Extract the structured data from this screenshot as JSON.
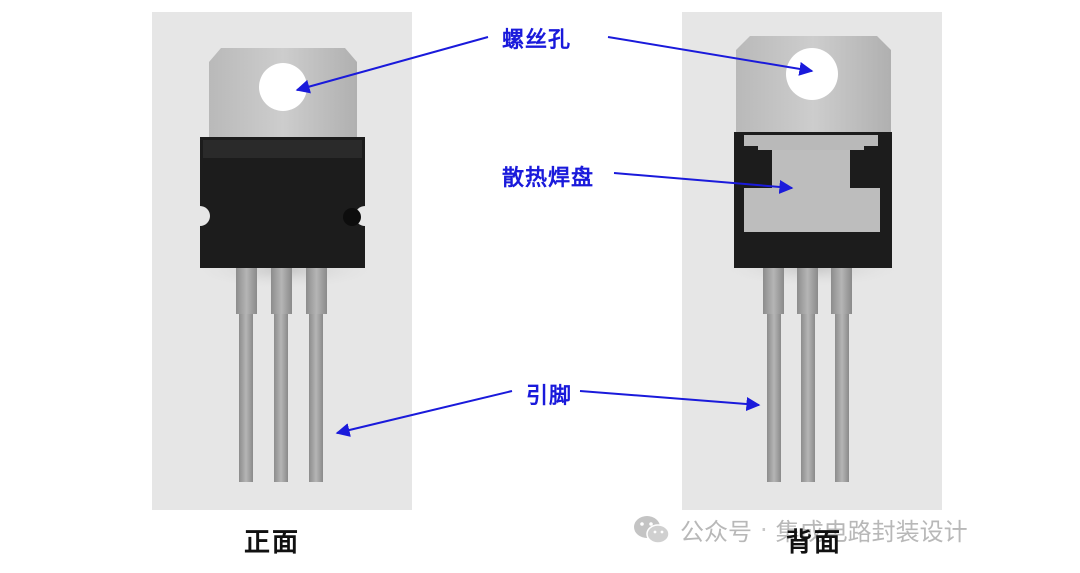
{
  "callouts": {
    "screw_hole": "螺丝孔",
    "heat_pad": "散热焊盘",
    "pins": "引脚"
  },
  "captions": {
    "front": "正面",
    "back": "背面"
  },
  "watermark": {
    "platform": "公众号",
    "separator": "·",
    "account": "集成电路封装设计"
  },
  "colors": {
    "callout_text": "#1a1adb",
    "arrow": "#1a1adb",
    "body_black": "#1c1c1c",
    "metal_tab": "#c2c2c2",
    "lead": "#9d9d9d",
    "panel_bg": "#e6e6e6"
  },
  "icons": {
    "watermark_logo": "wechat-icon"
  }
}
